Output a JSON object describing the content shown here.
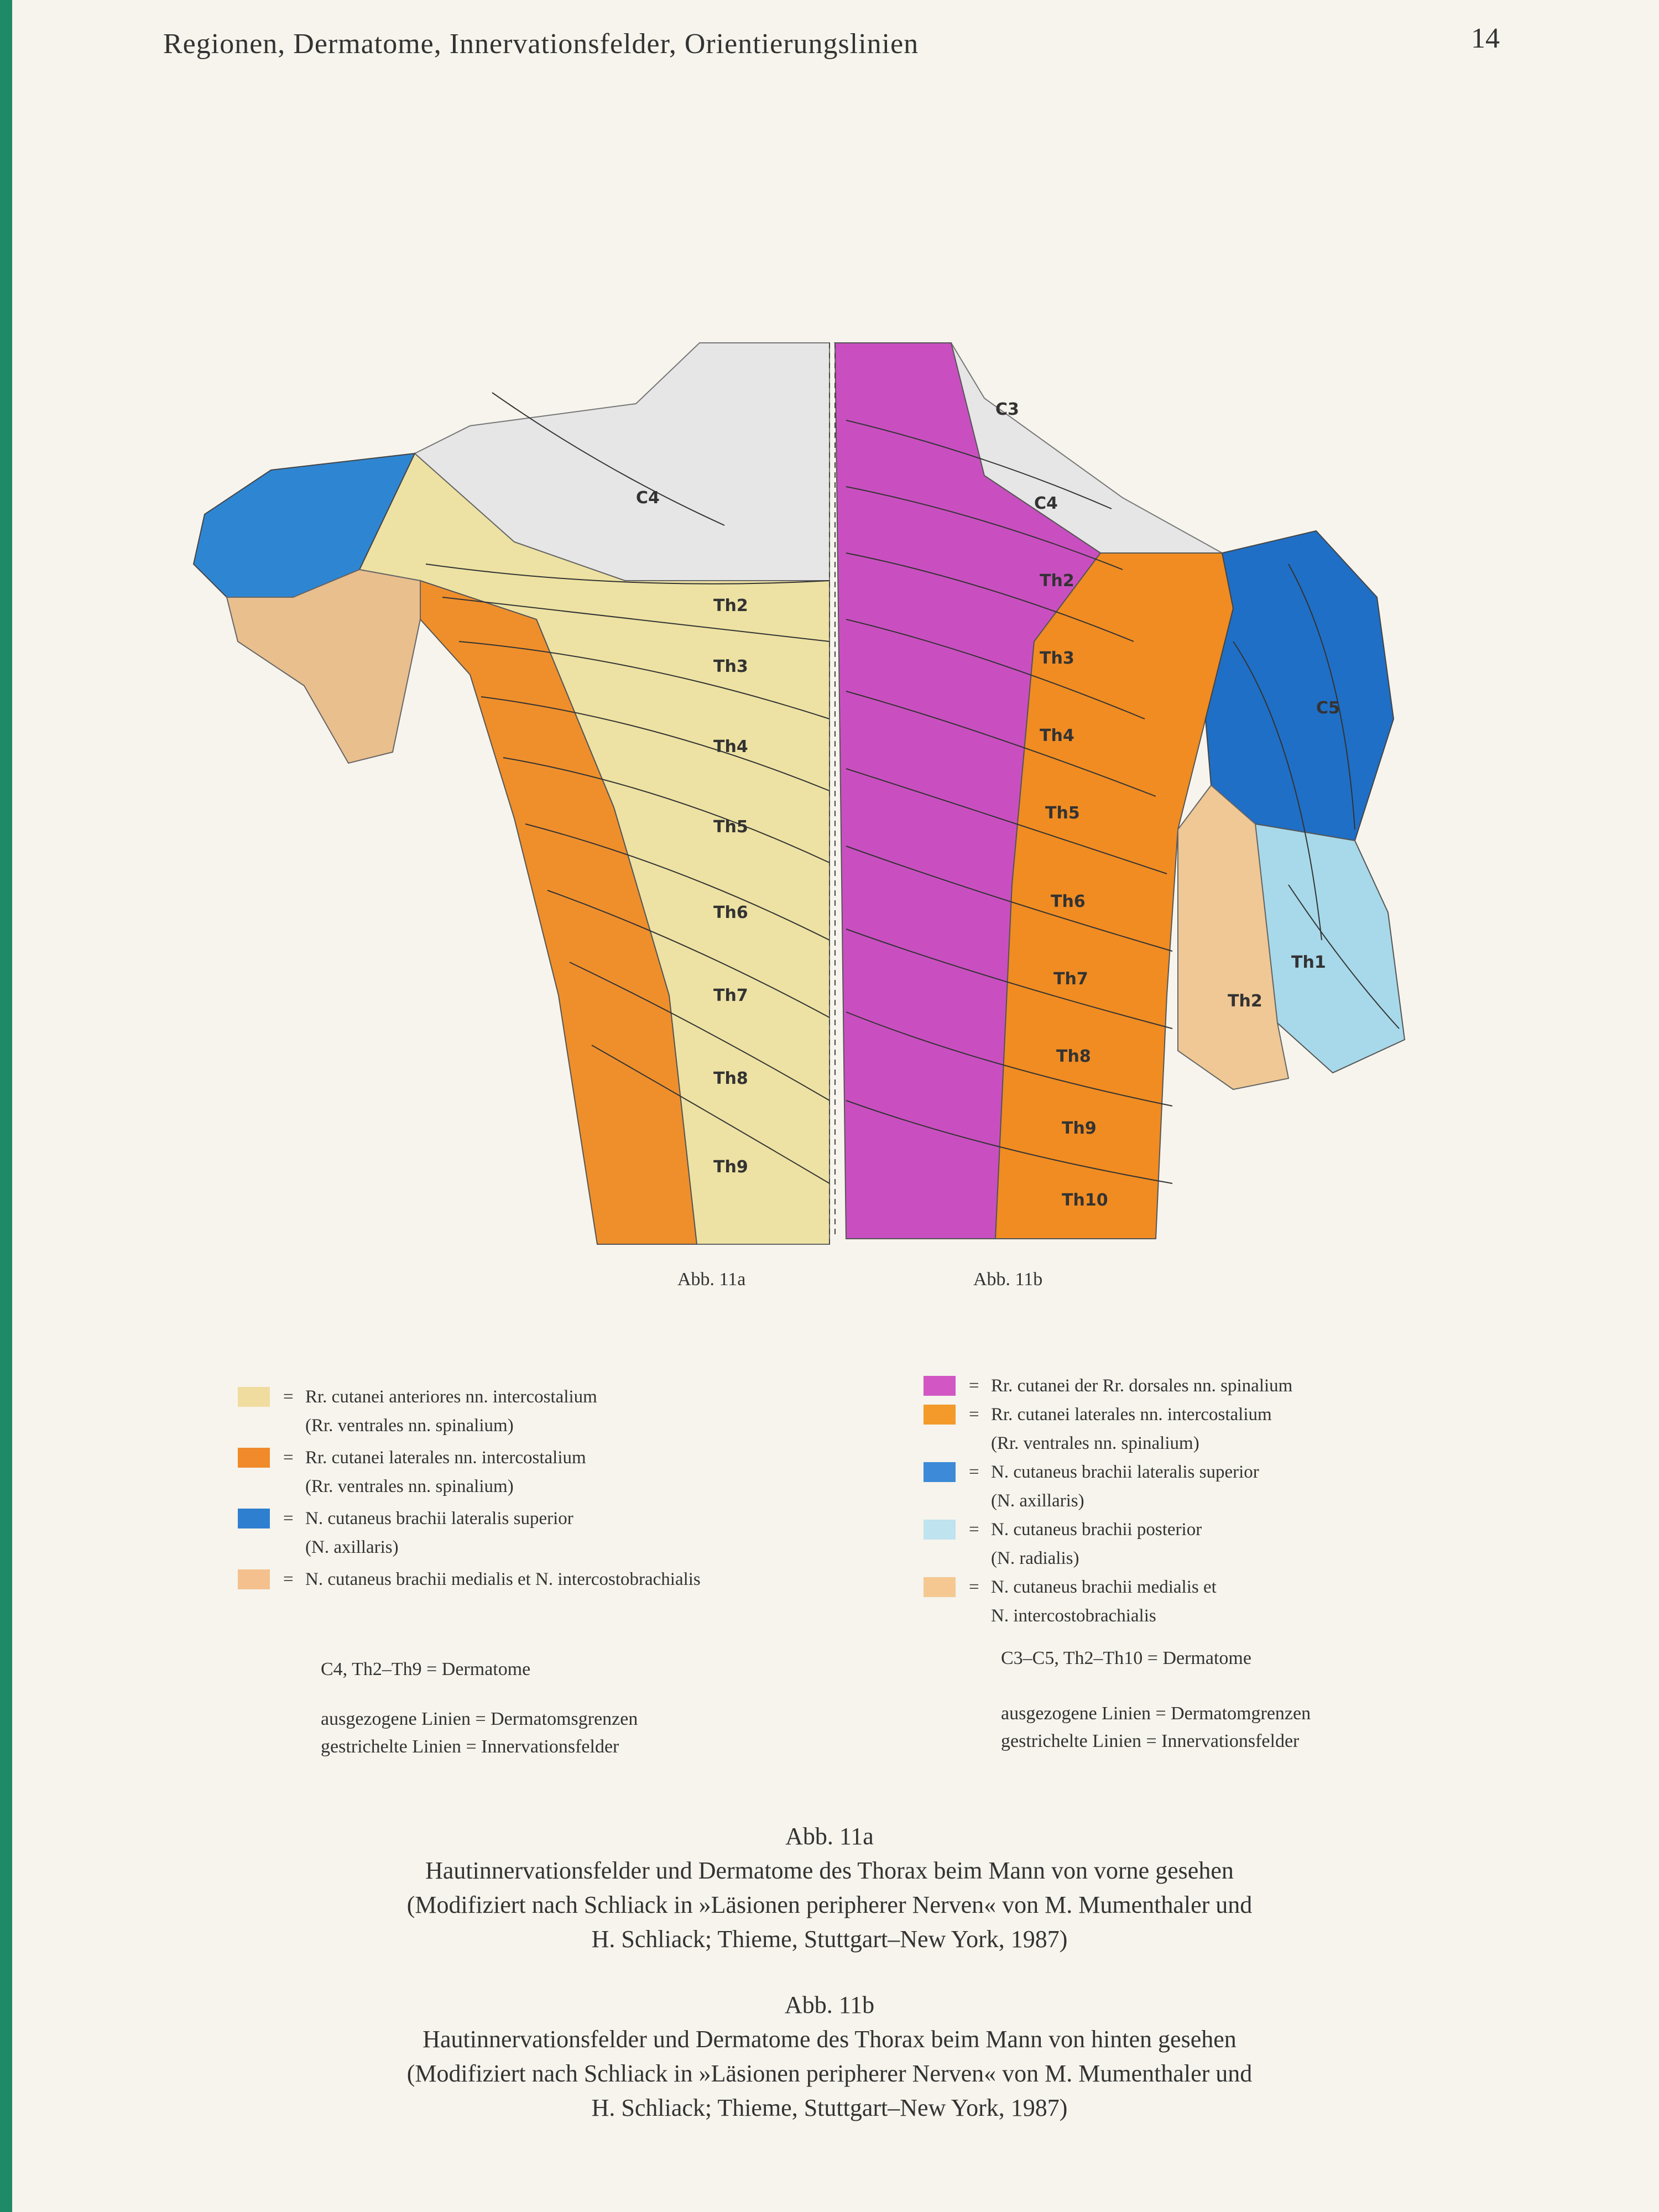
{
  "header": {
    "title": "Regionen, Dermatome, Innervationsfelder, Orientierungslinien",
    "page_number": "14"
  },
  "figure": {
    "front_label": "Abb. 11a",
    "back_label": "Abb. 11b",
    "front_dermatomes": [
      "C4",
      "Th2",
      "Th3",
      "Th4",
      "Th5",
      "Th6",
      "Th7",
      "Th8",
      "Th9"
    ],
    "back_dermatomes": [
      "C3",
      "C4",
      "Th2",
      "Th3",
      "Th4",
      "Th5",
      "Th6",
      "Th7",
      "Th8",
      "Th9",
      "Th10",
      "C5",
      "Th1",
      "Th2"
    ]
  },
  "legend_front": [
    {
      "color": "#f1dca0",
      "text": "Rr. cutanei anteriores nn. intercostalium\n(Rr. ventrales nn. spinalium)"
    },
    {
      "color": "#f08a2a",
      "text": "Rr. cutanei laterales nn. intercostalium\n(Rr. ventrales nn. spinalium)"
    },
    {
      "color": "#2f7fd0",
      "text": "N. cutaneus brachii lateralis superior\n(N. axillaris)"
    },
    {
      "color": "#f3c08e",
      "text": "N. cutaneus brachii medialis et N. intercostobrachialis"
    }
  ],
  "legend_back": [
    {
      "color": "#d257c4",
      "text": "Rr. cutanei der Rr. dorsales nn. spinalium"
    },
    {
      "color": "#f39a2a",
      "text": "Rr. cutanei laterales nn. intercostalium\n(Rr. ventrales nn. spinalium)"
    },
    {
      "color": "#3d8ad8",
      "text": "N. cutaneus brachii lateralis superior\n(N. axillaris)"
    },
    {
      "color": "#bfe3ef",
      "text": "N. cutaneus brachii posterior\n(N. radialis)"
    },
    {
      "color": "#f5c891",
      "text": "N. cutaneus brachii medialis et\nN. intercostobrachialis"
    }
  ],
  "notes_front": {
    "dermatome": "C4, Th2–Th9 = Dermatome",
    "solid": "ausgezogene Linien = Dermatomsgrenzen",
    "dashed": "gestrichelte Linien = Innervationsfelder"
  },
  "notes_back": {
    "dermatome": "C3–C5, Th2–Th10 = Dermatome",
    "solid": "ausgezogene Linien = Dermatomgrenzen",
    "dashed": "gestrichelte Linien = Innervationsfelder"
  },
  "caption_a": {
    "title": "Abb. 11a",
    "line1": "Hautinnervationsfelder und Dermatome des Thorax beim Mann von vorne gesehen",
    "line2": "(Modifiziert nach Schliack in »Läsionen peripherer Nerven« von M. Mumenthaler und",
    "line3": "H. Schliack; Thieme, Stuttgart–New York, 1987)"
  },
  "caption_b": {
    "title": "Abb. 11b",
    "line1": "Hautinnervationsfelder und Dermatome des Thorax beim Mann von hinten gesehen",
    "line2": "(Modifiziert nach Schliack in »Läsionen peripherer Nerven« von M. Mumenthaler und",
    "line3": "H. Schliack; Thieme, Stuttgart–New York, 1987)"
  },
  "colors": {
    "front_anterior": "#ede2a3",
    "front_lateral": "#ef8f2c",
    "front_axillaris": "#2e86d3",
    "front_medialis": "#e9bf8e",
    "back_dorsal": "#c94fc0",
    "back_lateral": "#f08c22",
    "back_axillaris": "#1f6fc6",
    "back_posterior": "#a7d9ea",
    "back_medialis": "#efc895",
    "neck": "#e6e6e6"
  }
}
